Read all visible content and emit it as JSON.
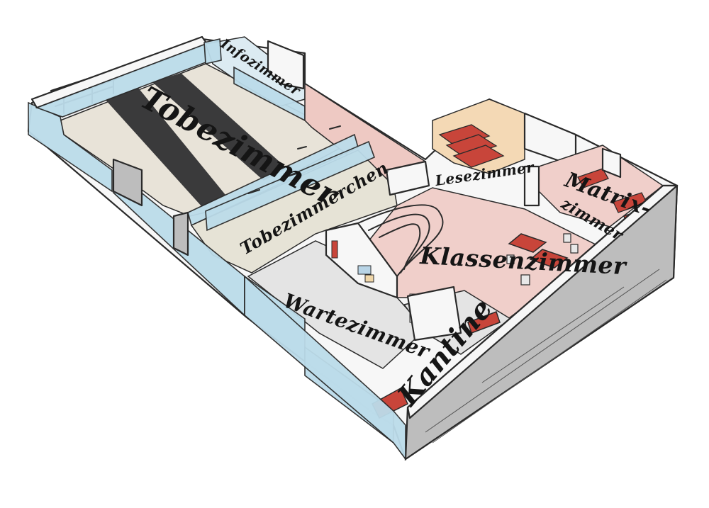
{
  "rooms": {
    "tobezimmer": "Tobezimmer",
    "infozimmer": "Infozimmer",
    "tobezimmerchen": "Tobezimmerchen",
    "lesezimmer": "Lesezimmer",
    "matrix_line1": "Matrix-",
    "matrix_line2": "zimmer",
    "klassenzimmer": "Klassenzimmer",
    "wartezimmer": "Wartezimmer",
    "kantine": "Kantine"
  },
  "colors": {
    "tobe_floor": "#e8e3d8",
    "mat": "#3a3a3b",
    "tobezimmerchen_floor": "#e6e3d6",
    "info_floor": "#dcebf2",
    "corridor_floor": "#eec9c3",
    "klassen_floor": "#f0cfca",
    "lese_floor": "#f4d9b5",
    "furniture_red": "#c8453a",
    "warte_floor": "#e4e4e4",
    "outer_wall": "#bdbdbd",
    "glass": "#bcdcea"
  }
}
